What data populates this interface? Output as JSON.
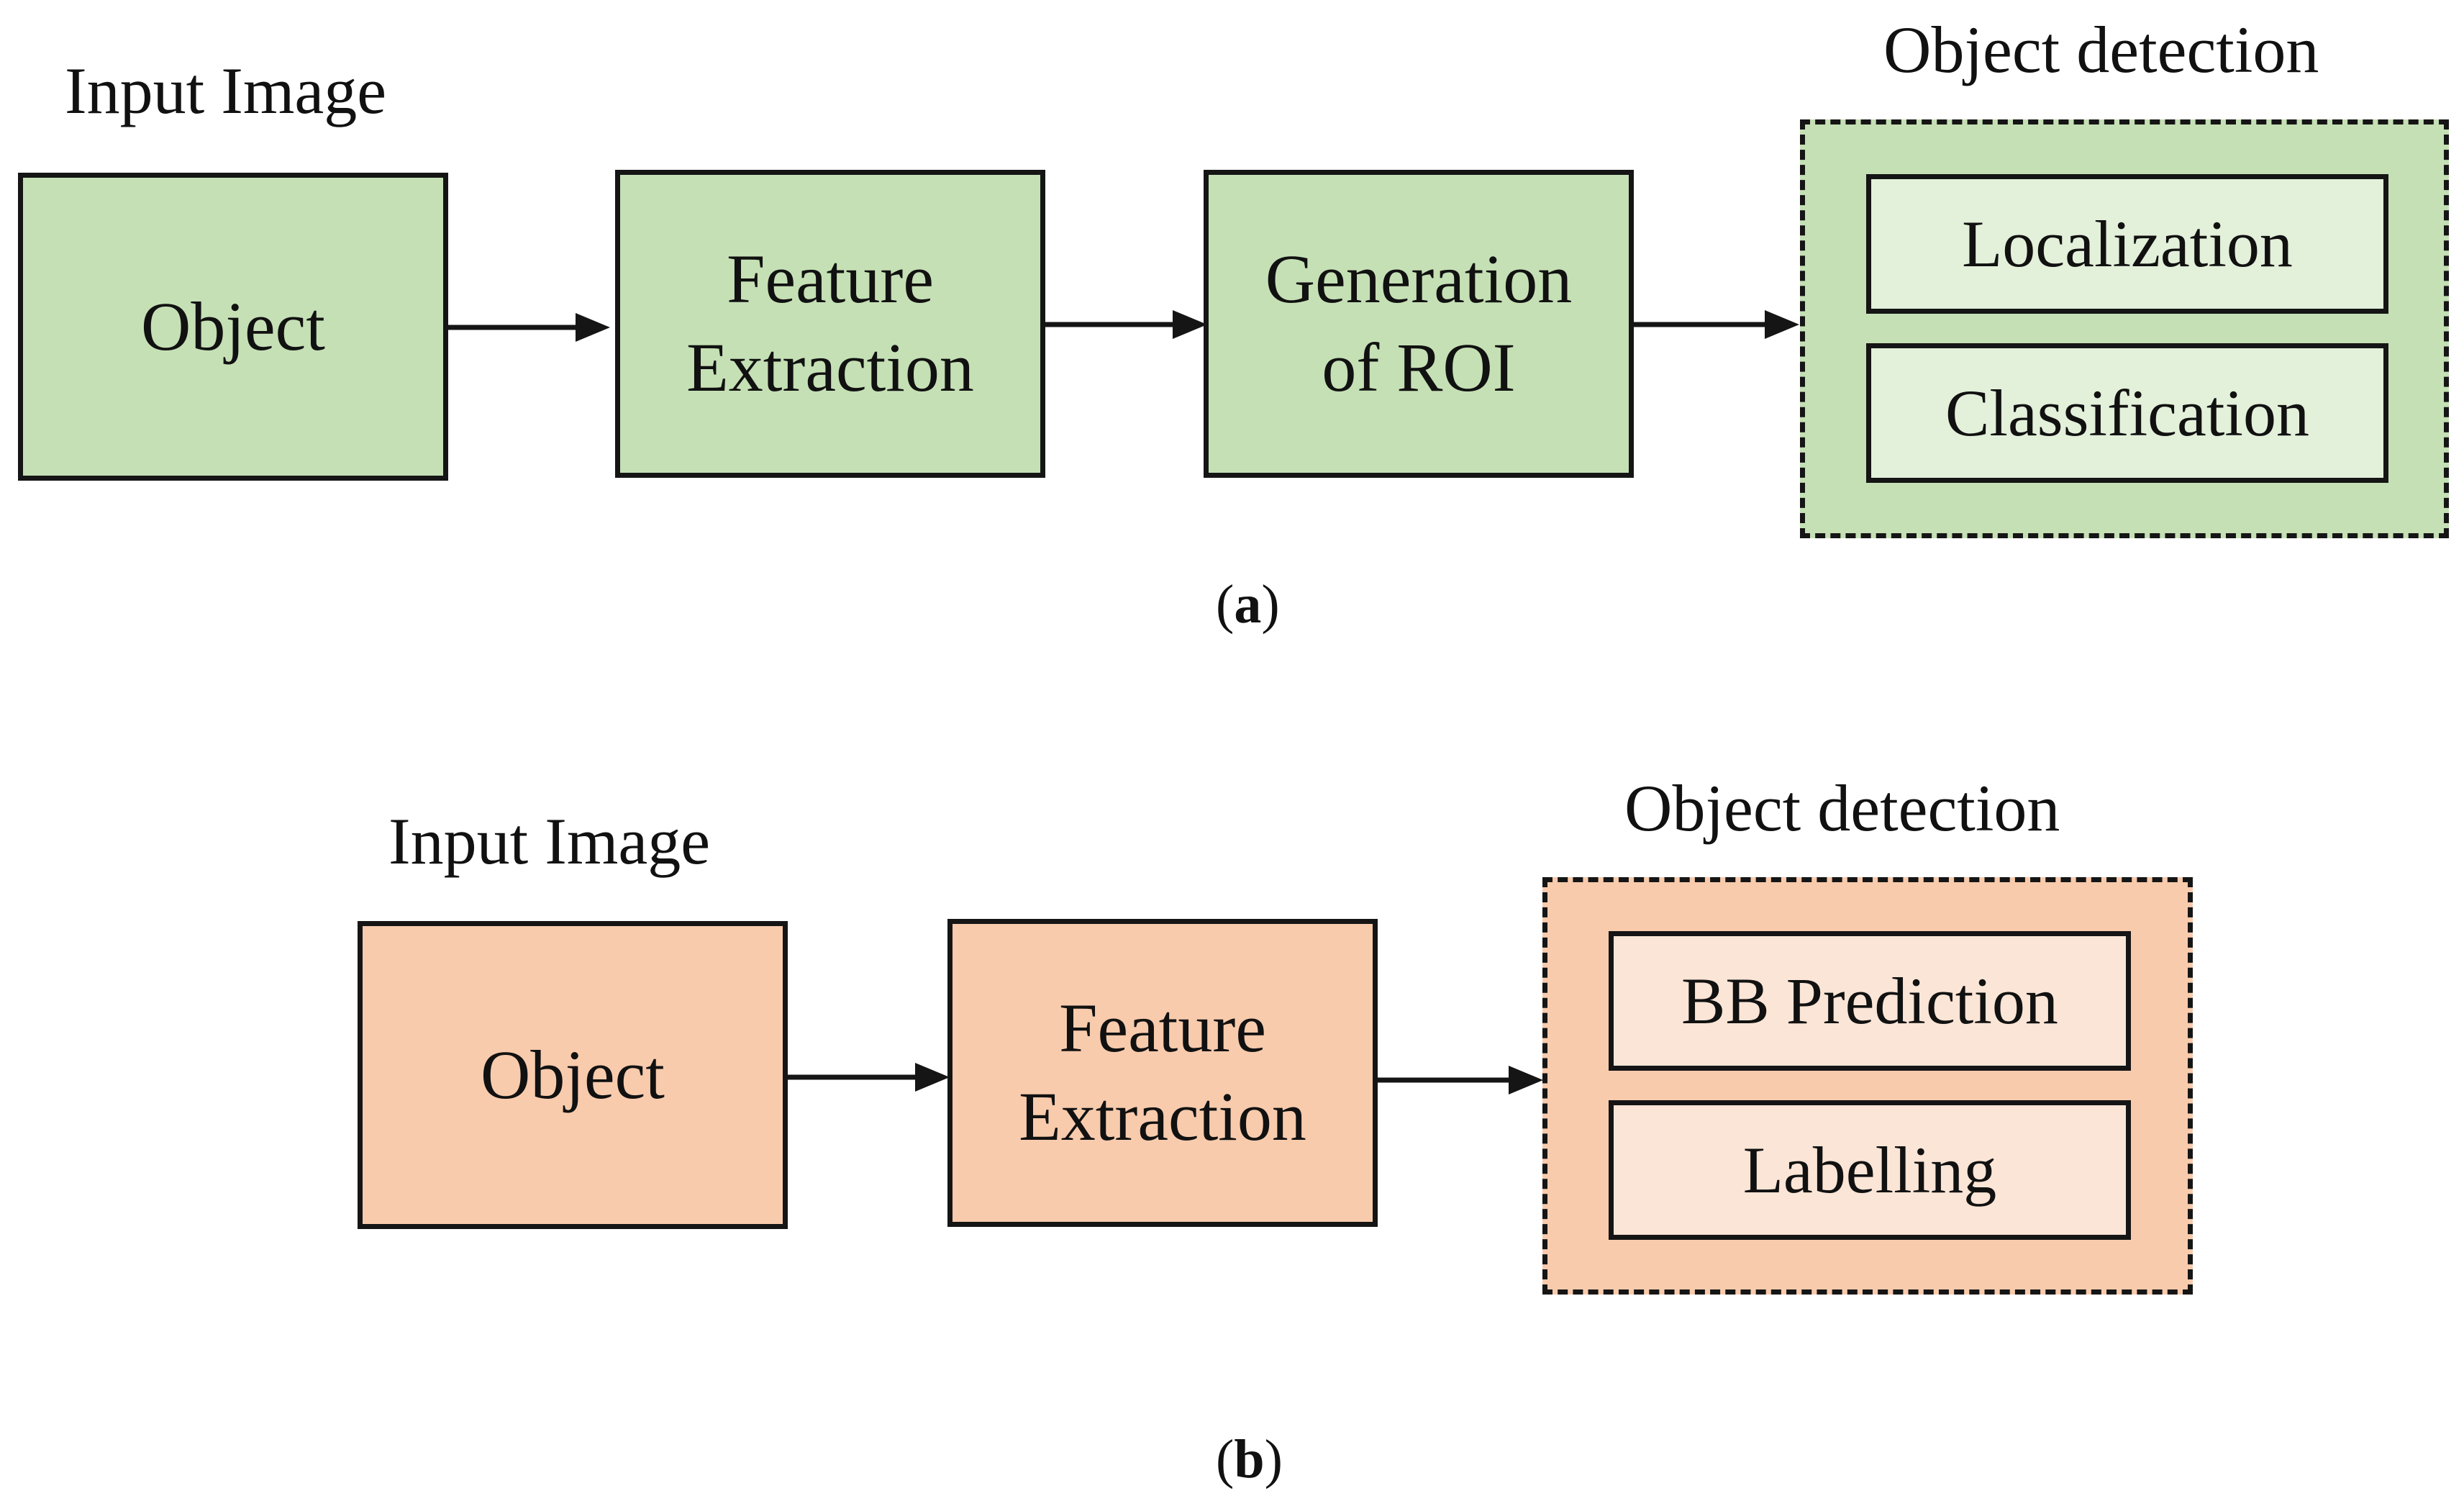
{
  "colors": {
    "panel_a_fill": "#c5e0b5",
    "panel_a_inner_fill": "#e3f0da",
    "panel_b_fill": "#f8cbad",
    "panel_b_inner_fill": "#fbe5d6",
    "stroke": "#151515"
  },
  "panel_a": {
    "input_label": "Input Image",
    "detection_title": "Object detection",
    "object_box": "Object",
    "feature_box": "Feature\nExtraction",
    "roi_box": "Generation\nof ROI",
    "detection_items": [
      "Localization",
      "Classification"
    ],
    "caption_open": "(",
    "caption_letter": "a",
    "caption_close": ")"
  },
  "panel_b": {
    "input_label": "Input Image",
    "detection_title": "Object detection",
    "object_box": "Object",
    "feature_box": "Feature\nExtraction",
    "detection_items": [
      "BB Prediction",
      "Labelling"
    ],
    "caption_open": "(",
    "caption_letter": "b",
    "caption_close": ")"
  }
}
